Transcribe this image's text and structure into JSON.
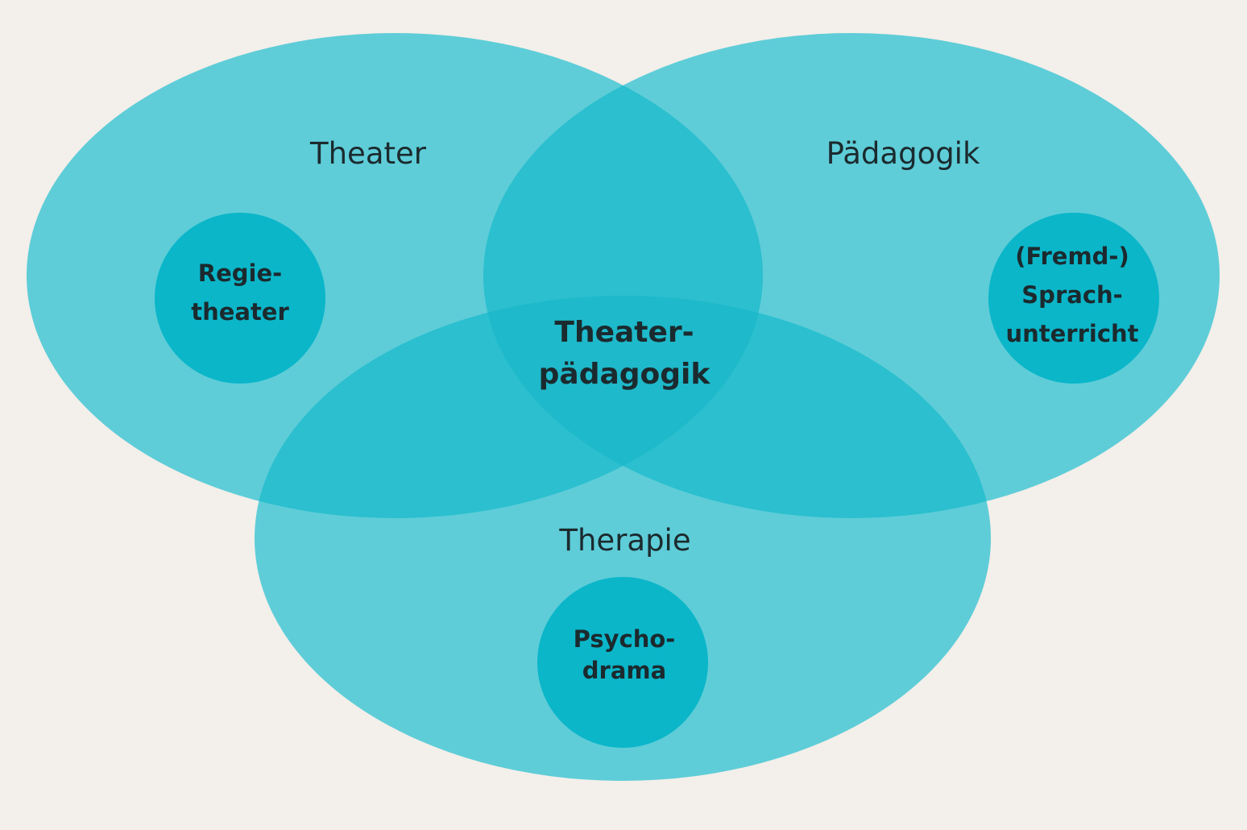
{
  "colors": {
    "background": "#f3efea",
    "set_fill": "#5ecdd8",
    "overlap_fill": "#2bbfcf",
    "subset_fill": "#0bb6c9",
    "text": "#1b2a2e"
  },
  "sets": {
    "theater": {
      "label": "Theater"
    },
    "paedagogik": {
      "label": "Pädagogik"
    },
    "therapie": {
      "label": "Therapie"
    }
  },
  "subsets": {
    "regietheater": {
      "lines": [
        "Regie-",
        "theater"
      ]
    },
    "sprachunterricht": {
      "lines": [
        "(Fremd-)",
        "Sprach-",
        "unterricht"
      ]
    },
    "psychodrama": {
      "lines": [
        "Psycho-",
        "drama"
      ]
    }
  },
  "center": {
    "lines": [
      "Theater-",
      "pädagogik"
    ]
  }
}
